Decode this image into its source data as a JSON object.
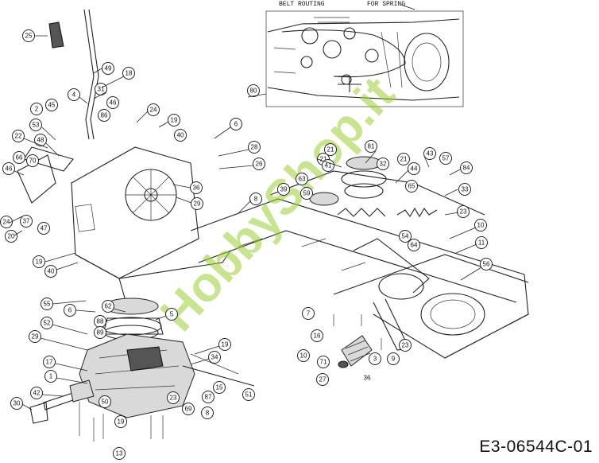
{
  "diagram_code": "E3-06544C-01",
  "watermark": "HobbyShop.it",
  "inset": {
    "belt_routing_label": "BELT ROUTING",
    "for_spring_label": "FOR SPRING"
  },
  "callouts": [
    "25",
    "49",
    "18",
    "31",
    "4",
    "46",
    "24",
    "2",
    "45",
    "86",
    "19",
    "40",
    "6",
    "53",
    "22",
    "48",
    "66",
    "70",
    "46",
    "28",
    "26",
    "36",
    "29",
    "8",
    "24",
    "20",
    "47",
    "37",
    "19",
    "40",
    "21",
    "81",
    "21",
    "44",
    "43",
    "57",
    "84",
    "32",
    "21",
    "41",
    "63",
    "59",
    "65",
    "33",
    "23",
    "39",
    "55",
    "10",
    "11",
    "56",
    "6",
    "62",
    "5",
    "88",
    "89",
    "52",
    "29",
    "19",
    "17",
    "34",
    "1",
    "42",
    "30",
    "50",
    "23",
    "69",
    "87",
    "15",
    "8",
    "51",
    "13",
    "19",
    "16",
    "10",
    "71",
    "27",
    "3",
    "36",
    "9",
    "23",
    "7",
    "80",
    "54",
    "64"
  ]
}
